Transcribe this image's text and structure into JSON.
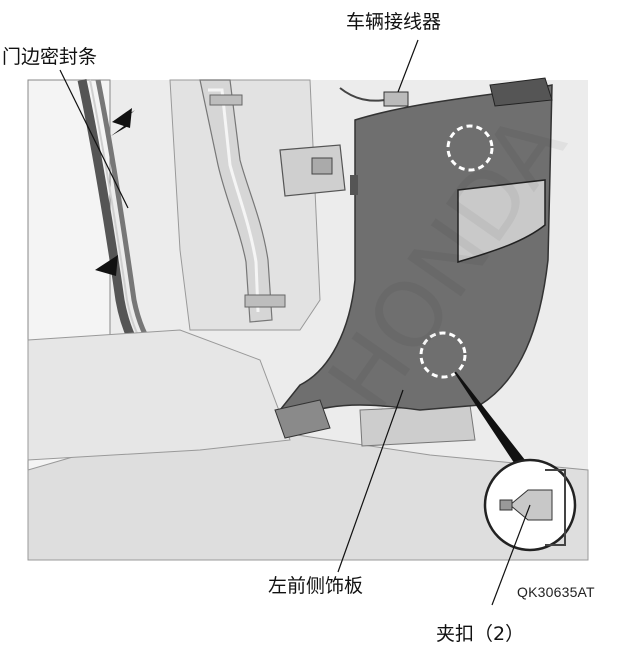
{
  "labels": {
    "door_seal": "门边密封条",
    "harness_connector": "车辆接线器",
    "front_side_panel": "左前侧饰板",
    "clip": "夹扣（2）"
  },
  "figure_code": "QK30635AT",
  "watermark": "HONDA"
}
